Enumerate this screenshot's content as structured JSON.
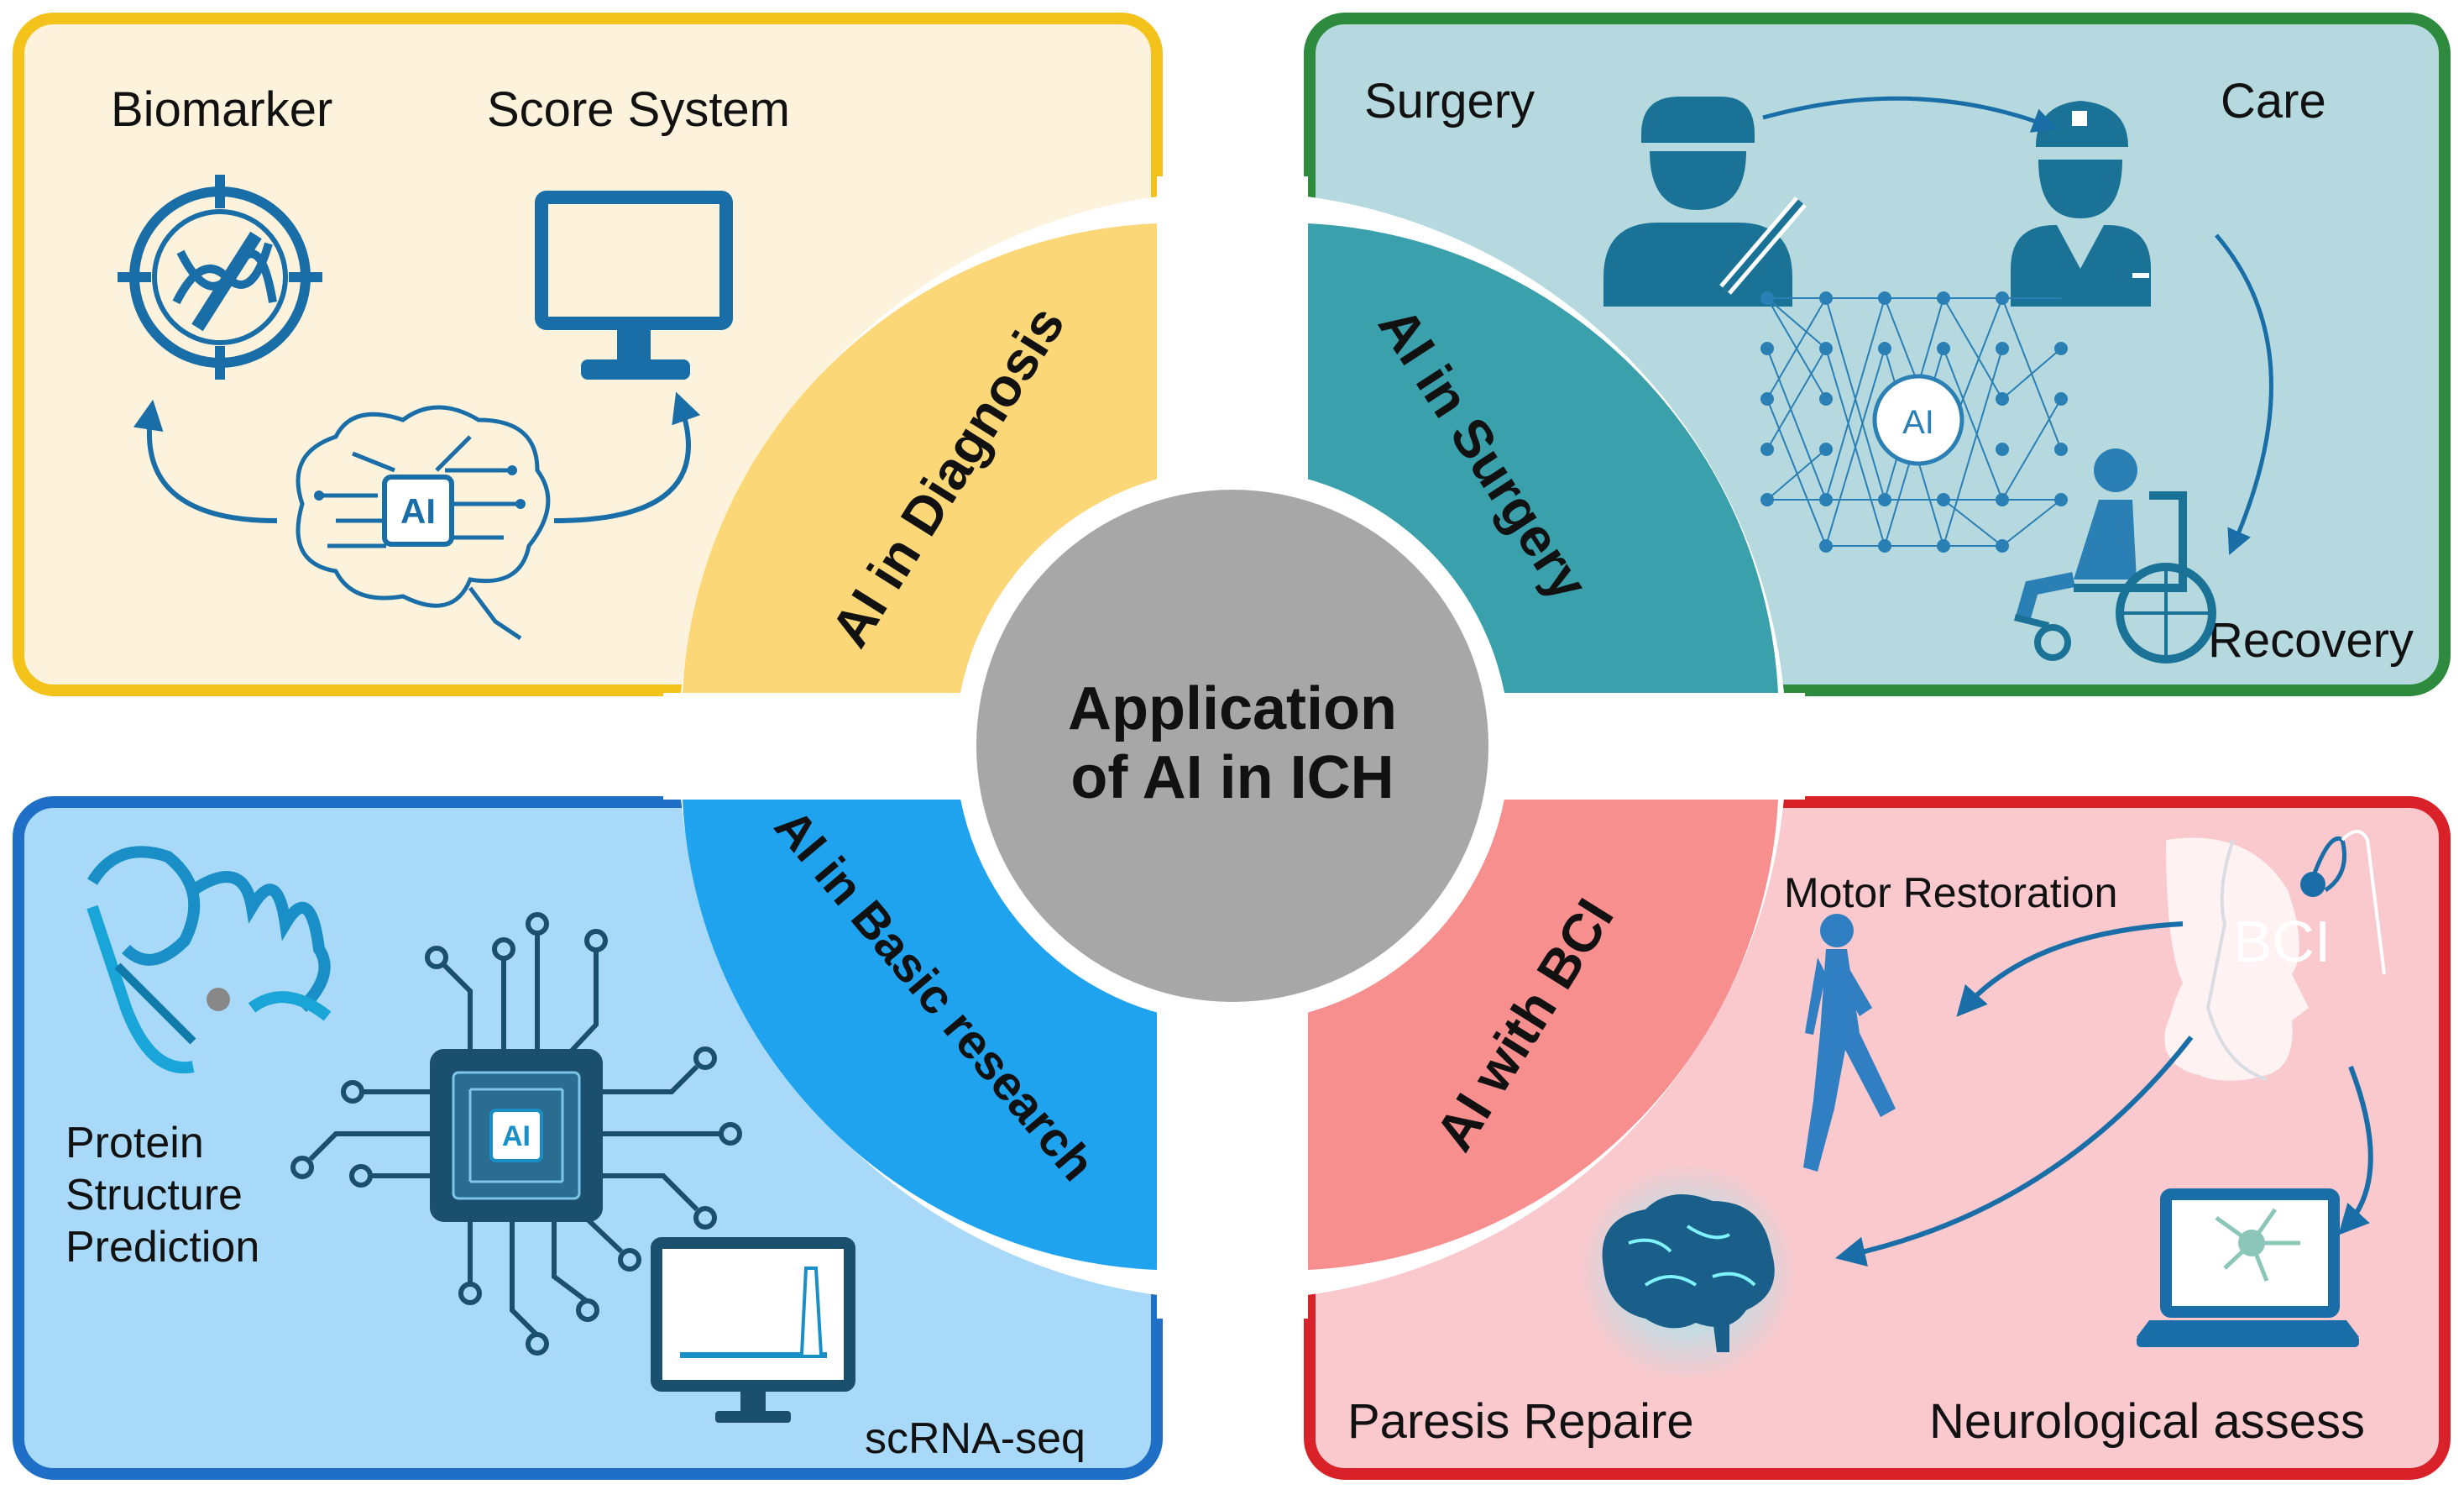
{
  "center": {
    "line1": "Application",
    "line2": "of AI in ICH"
  },
  "quadrants": {
    "diagnosis": {
      "ring_label": "AI in Diagnosis",
      "items": [
        "Biomarker",
        "Score System"
      ],
      "chip_label": "AI",
      "colors": {
        "box_bg": "#fdf3dc",
        "border": "#f3c21b",
        "ring": "#fbd778"
      }
    },
    "surgery": {
      "ring_label": "AI in Surgery",
      "items": [
        "Surgery",
        "Care",
        "Recovery"
      ],
      "network_label": "AI",
      "colors": {
        "box_bg": "#b5d9de",
        "border": "#2e8b3e",
        "ring": "#3aa0ab"
      }
    },
    "basic_research": {
      "ring_label": "AI in Basic research",
      "items": [
        "Protein",
        "Structure",
        "Prediction",
        "scRNA-seq"
      ],
      "chip_label": "AI",
      "colors": {
        "box_bg": "#a8d9f8",
        "border": "#1f6fc6",
        "ring": "#20a3ef"
      }
    },
    "bci": {
      "ring_label": "AI with BCI",
      "items": [
        "Motor Restoration",
        "Paresis Repaire",
        "Neurological assess"
      ],
      "head_label": "BCI",
      "colors": {
        "box_bg": "#f9c9cd",
        "border": "#d9212a",
        "ring": "#f68f8e"
      }
    }
  },
  "colors": {
    "center": "#a7a7a7",
    "icon_blue": "#1a6ea8",
    "teal": "#1a7396"
  },
  "icons": [
    "target-dna-icon",
    "computer-monitor-icon",
    "ai-brain-icon",
    "surgeon-icon",
    "nurse-icon",
    "neural-network-icon",
    "wheelchair-icon",
    "protein-icon",
    "ai-chip-icon",
    "monitor-peak-icon",
    "walking-person-icon",
    "bci-head-icon",
    "glowing-brain-icon",
    "laptop-neuron-icon"
  ]
}
